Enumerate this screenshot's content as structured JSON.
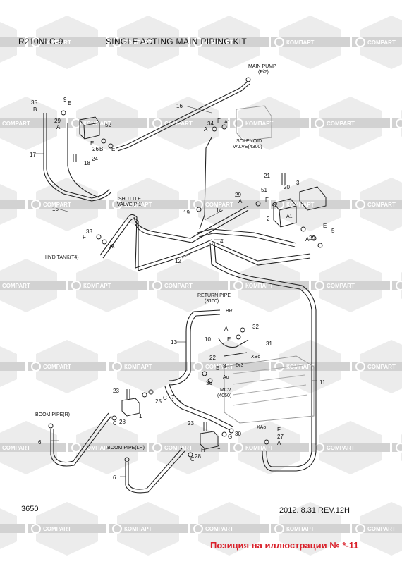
{
  "header": {
    "model": "R210NLC-9",
    "title": "SINGLE ACTING MAIN PIPING KIT"
  },
  "footer": {
    "page_number": "3650",
    "revision": "2012. 8.31  REV.12H",
    "position_note": "Позиция на иллюстрации № *-11"
  },
  "watermark": {
    "text_cyrillic": "КОМПАРТ",
    "text_latin": "COMPART"
  },
  "labels": {
    "main_pump": "MAIN PUMP",
    "main_pump_code": "(Pi2)",
    "solenoid": "SOLENOID",
    "solenoid_code": "VALVE(4300)",
    "shuttle": "SHUTTLE",
    "shuttle_code": "VALVE(Pi1)",
    "hyd_tank": "HYD TANK(T4)",
    "return_pipe": "RETURN PIPE",
    "return_pipe_code": "(3100)",
    "mcv": "MCV",
    "mcv_code": "(4050)",
    "boom_pipe_r": "BOOM PIPE(R)",
    "boom_pipe_lh": "BOOM PIPE(LH)",
    "port_br": "BR",
    "port_dr3": "Dr3",
    "port_xbo": "XBo",
    "port_xao": "XAo",
    "port_ao": "Ao",
    "port_a1": "A1",
    "port_a2": "A2"
  },
  "callouts": [
    "35",
    "B",
    "9",
    "E",
    "29",
    "A",
    "52",
    "26",
    "E",
    "B",
    "24",
    "18",
    "17",
    "16",
    "34",
    "A",
    "F",
    "21",
    "3",
    "20",
    "51",
    "29",
    "A",
    "F",
    "2",
    "E",
    "5",
    "A",
    "29",
    "19",
    "14",
    "15",
    "33",
    "F",
    "A",
    "4",
    "12",
    "13",
    "10",
    "32",
    "A",
    "E",
    "31",
    "22",
    "8",
    "36",
    "23",
    "25",
    "C",
    "1",
    "28",
    "11",
    "7",
    "30",
    "G",
    "F",
    "27",
    "A",
    "6",
    "23",
    "H",
    "28",
    "C",
    "1",
    "6",
    "E",
    "C",
    "A",
    "E"
  ]
}
